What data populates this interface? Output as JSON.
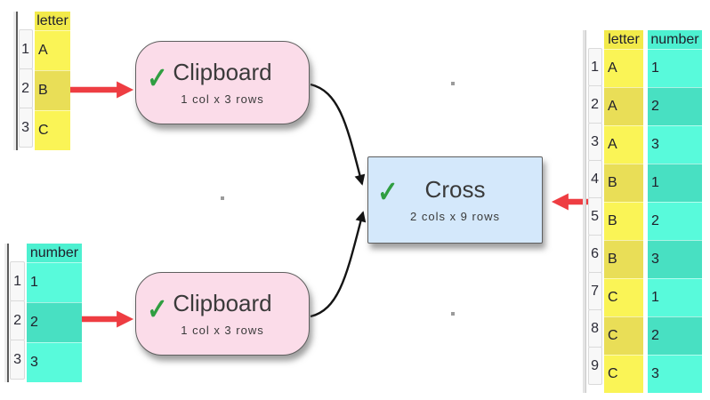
{
  "diagram": {
    "nodes": {
      "clipboard1": {
        "title": "Clipboard",
        "subtitle": "1 col x 3 rows",
        "status_icon": "check",
        "check": "✓"
      },
      "clipboard2": {
        "title": "Clipboard",
        "subtitle": "1 col x 3 rows",
        "status_icon": "check",
        "check": "✓"
      },
      "cross": {
        "title": "Cross",
        "subtitle": "2 cols x 9 rows",
        "status_icon": "check",
        "check": "✓"
      }
    }
  },
  "tables": {
    "letter": {
      "header": "letter",
      "gutter": [
        "1",
        "2",
        "3"
      ],
      "values": [
        "A",
        "B",
        "C"
      ]
    },
    "number": {
      "header": "number",
      "gutter": [
        "1",
        "2",
        "3"
      ],
      "values": [
        "1",
        "2",
        "3"
      ]
    },
    "result": {
      "headers": {
        "letter": "letter",
        "number": "number"
      },
      "gutter": [
        "1",
        "2",
        "3",
        "4",
        "5",
        "6",
        "7",
        "8",
        "9"
      ],
      "letter_values": [
        "A",
        "A",
        "A",
        "B",
        "B",
        "B",
        "C",
        "C",
        "C"
      ],
      "number_values": [
        "1",
        "2",
        "3",
        "1",
        "2",
        "3",
        "1",
        "2",
        "3"
      ]
    }
  },
  "colors": {
    "yellow_cell": "#faf456",
    "yellow_cell_alt": "#e9de57",
    "yellow_header": "#f2ea4a",
    "teal_cell": "#58fadb",
    "teal_cell_alt": "#48e0c2",
    "teal_header": "#4df0d0",
    "node_pink": "#fbdce9",
    "node_blue": "#d4e8fb",
    "arrow_red": "#ee3d42",
    "connector_black": "#141414",
    "check_green": "#2f9e41"
  }
}
